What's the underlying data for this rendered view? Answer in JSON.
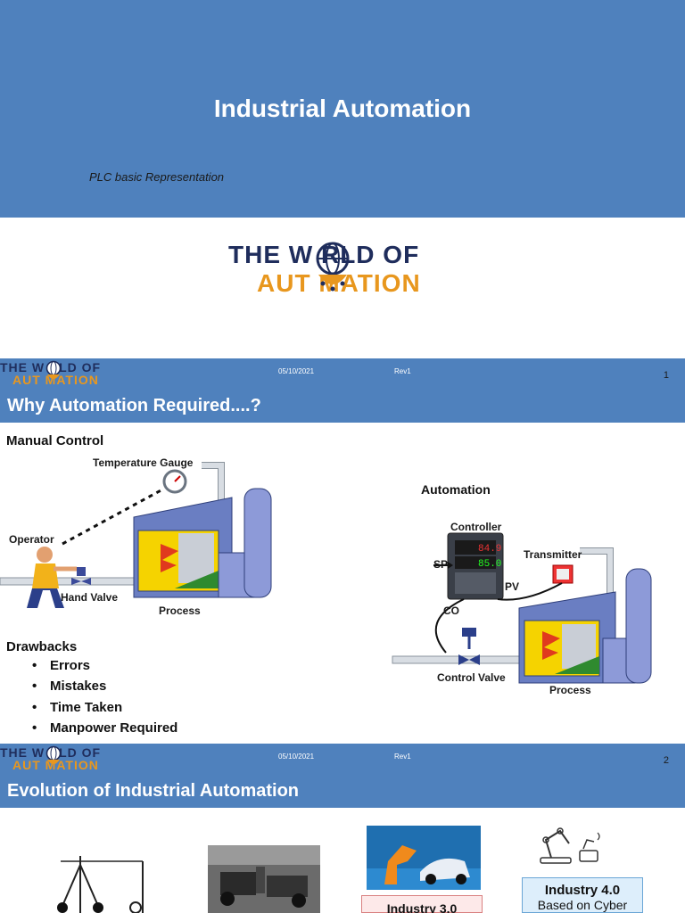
{
  "slide0": {
    "title": "Industrial Automation",
    "subtitle": "PLC  basic Representation",
    "logo": {
      "line1": "THE W  RLD OF",
      "line2": "AUT    MATION"
    }
  },
  "header": {
    "logo": {
      "line1": "THE W  RLD OF",
      "line2": "AUT    MATION"
    },
    "date": "05/10/2021",
    "rev": "Rev1"
  },
  "slide1": {
    "page": "1",
    "title": "Why Automation Required....?",
    "manual_heading": "Manual Control",
    "manual_labels": {
      "temperature_gauge": "Temperature Gauge",
      "operator": "Operator",
      "hand_valve": "Hand Valve",
      "process": "Process"
    },
    "automation_heading": "Automation",
    "automation_labels": {
      "controller": "Controller",
      "sp": "SP",
      "transmitter": "Transmitter",
      "pv": "PV",
      "co": "CO",
      "control_valve": "Control Valve",
      "process": "Process",
      "display_top": "84.9",
      "display_bottom": "85.0"
    },
    "drawbacks_heading": "Drawbacks",
    "drawbacks": [
      "Errors",
      "Mistakes",
      "Time Taken",
      "Manpower Required"
    ]
  },
  "slide2": {
    "page": "2",
    "title": "Evolution of Industrial Automation",
    "industry3": "Industry 3.0",
    "industry4": "Industry 4.0",
    "industry4_sub": "Based on Cyber"
  },
  "colors": {
    "band": "#4f81bd",
    "logo_navy": "#1f2d5c",
    "logo_orange": "#e8971e"
  }
}
